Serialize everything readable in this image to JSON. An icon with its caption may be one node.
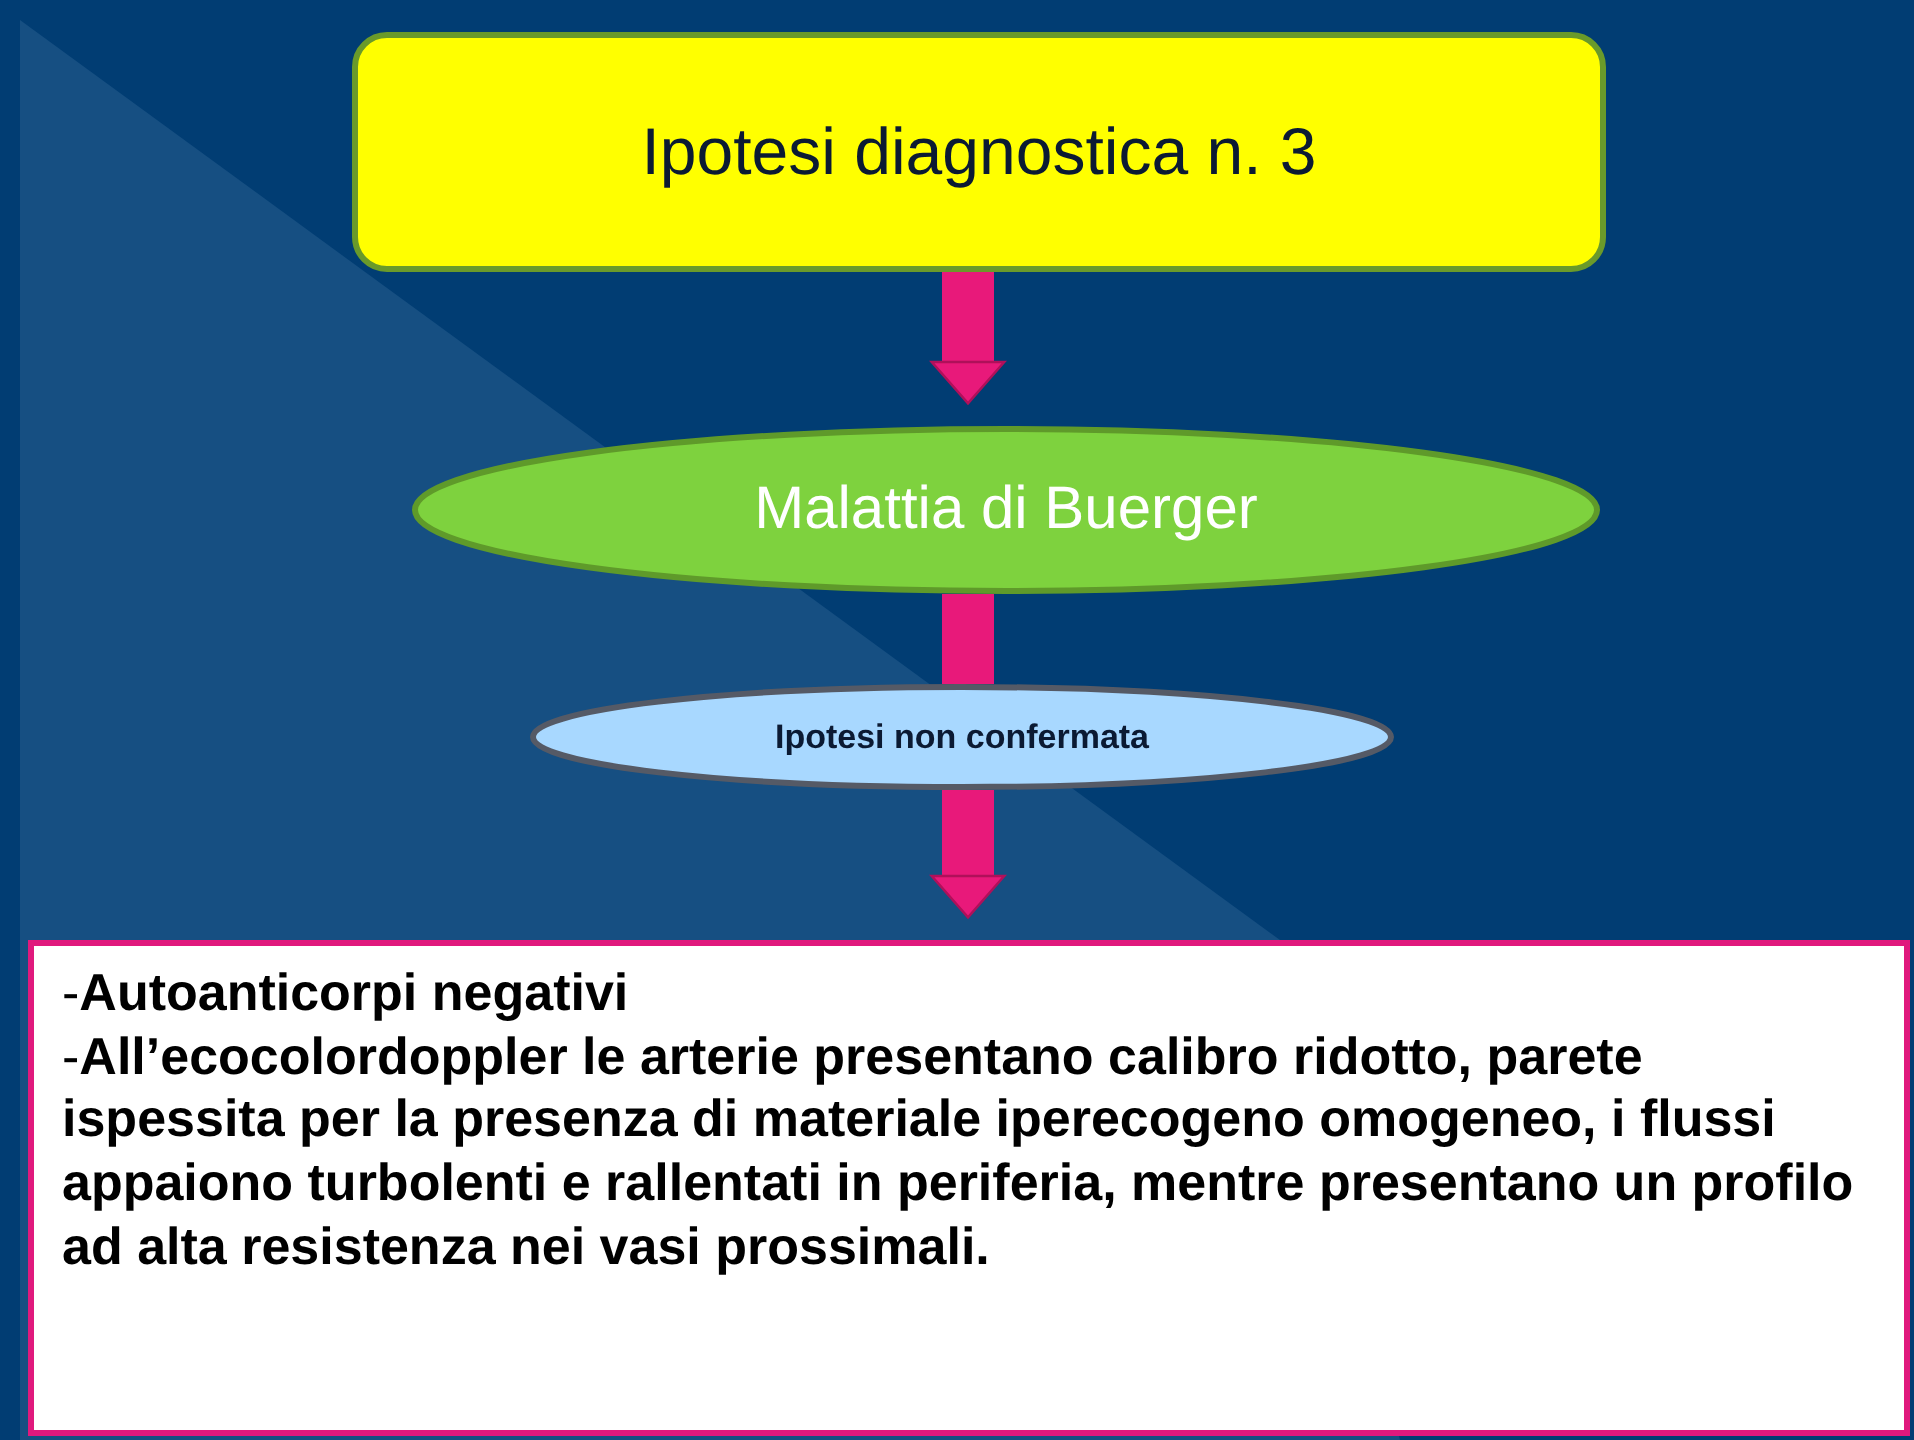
{
  "diagram": {
    "nodes": [
      {
        "text": [
          "Ipotesi diagnostica n. 3"
        ]
      },
      {
        "text": [
          "Malattia di Buerger"
        ]
      },
      {
        "text": [
          "Ipotesi non confermata"
        ]
      },
      {
        "text": [
          "-**Autoanticorpi negativi**",
          "-**All’ecocolordoppler le arterie presentano calibro ridotto, parete ispessita per la presenza di materiale iperecogeno omogeneo, i flussi appaiono turbolenti e rallentati in periferia, mentre presentano un profilo ad alta resistenza nei vasi prossimali.**"
        ]
      }
    ],
    "edges": [
      {
        "from": 0,
        "to": 1,
        "arrow": "to"
      },
      {
        "from": 1,
        "to": 2,
        "arrow": "none"
      },
      {
        "from": 2,
        "to": 3,
        "arrow": "to"
      }
    ]
  }
}
